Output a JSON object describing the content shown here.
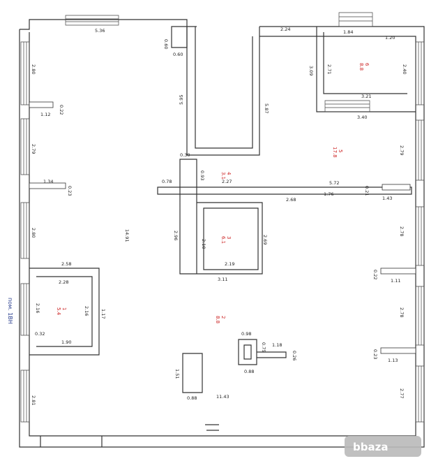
{
  "measures": {
    "top_left_width": "5.36",
    "small_col_a": "0.60",
    "small_col_b": "0.60",
    "corridor_left": "5.95",
    "corridor_right": "5.87",
    "top_right_a": "2.24",
    "top_right_b": "1.84",
    "top_right_c": "1.20",
    "room_right_v1": "3.09",
    "room_right_v2": "2.71",
    "room_right_v3": "2.40",
    "room_right_w1": "3.21",
    "room_right_w2": "3.40",
    "left_v1": "2.80",
    "left_v2": "2.79",
    "left_v3": "2.80",
    "left_v4": "2.81",
    "left_stub1": "0.22",
    "left_stub1_len": "1.12",
    "left_stub2_len": "1.34",
    "left_stub2": "0.23",
    "hall_height": "14.91",
    "right_v1": "2.79",
    "right_v2": "2.78",
    "right_v3": "2.78",
    "right_v4": "2.77",
    "right_stub1": "0.21",
    "right_stub2": "0.22",
    "right_stub3": "0.23",
    "right_stub2_len": "1.11",
    "right_stub3_len": "1.13",
    "partition_len": "5.72",
    "partition_a": "2.68",
    "partition_b": "1.76",
    "partition_c": "1.43",
    "corr_small": "0.30",
    "corr_a": "0.78",
    "corr_b": "0.93",
    "corr_w": "2.27",
    "wc_v_left": "2.96",
    "wc_v2": "2.10",
    "wc_v3": "2.69",
    "wc_bottom": "2.19",
    "wc_outer": "3.11",
    "office_top": "2.58",
    "office_inner": "2.28",
    "office_v1": "2.16",
    "office_v2": "2.16",
    "office_v3": "1.17",
    "office_bottom": "1.90",
    "office_tiny": "0.32",
    "column1_top": "0.98",
    "column1_side": "0.75",
    "column1_len": "1.18",
    "column1_thick": "0.26",
    "column1_bottom": "0.88",
    "column2_h": "1.51",
    "column2_bottom": "0.88",
    "hall_width": "11.43",
    "side_note": "пом. 1ВН"
  },
  "rooms": {
    "r1_num": "1",
    "r1_area": "5.4",
    "r2_num": "2",
    "r2_area": "8.8",
    "r3_num": "3",
    "r3_area": "6.1",
    "r4_num": "4",
    "r4_area": "3.1",
    "r5_num": "5",
    "r5_area": "17.8",
    "r6_num": "6",
    "r6_area": "8.8"
  },
  "watermark": "bbaza"
}
